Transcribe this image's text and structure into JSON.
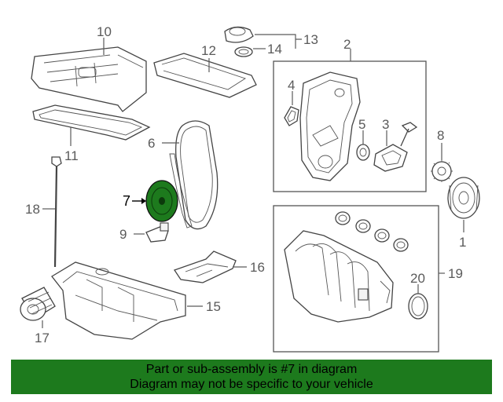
{
  "banner": {
    "line1": "Part or sub-assembly is #7 in diagram",
    "line2": "Diagram may not be specific to your vehicle",
    "background": "#1d7a1d"
  },
  "highlight_color": "#1d7a1d",
  "callouts": [
    "1",
    "2",
    "3",
    "4",
    "5",
    "6",
    "7",
    "8",
    "9",
    "10",
    "11",
    "12",
    "13",
    "14",
    "15",
    "16",
    "17",
    "18",
    "19",
    "20"
  ]
}
